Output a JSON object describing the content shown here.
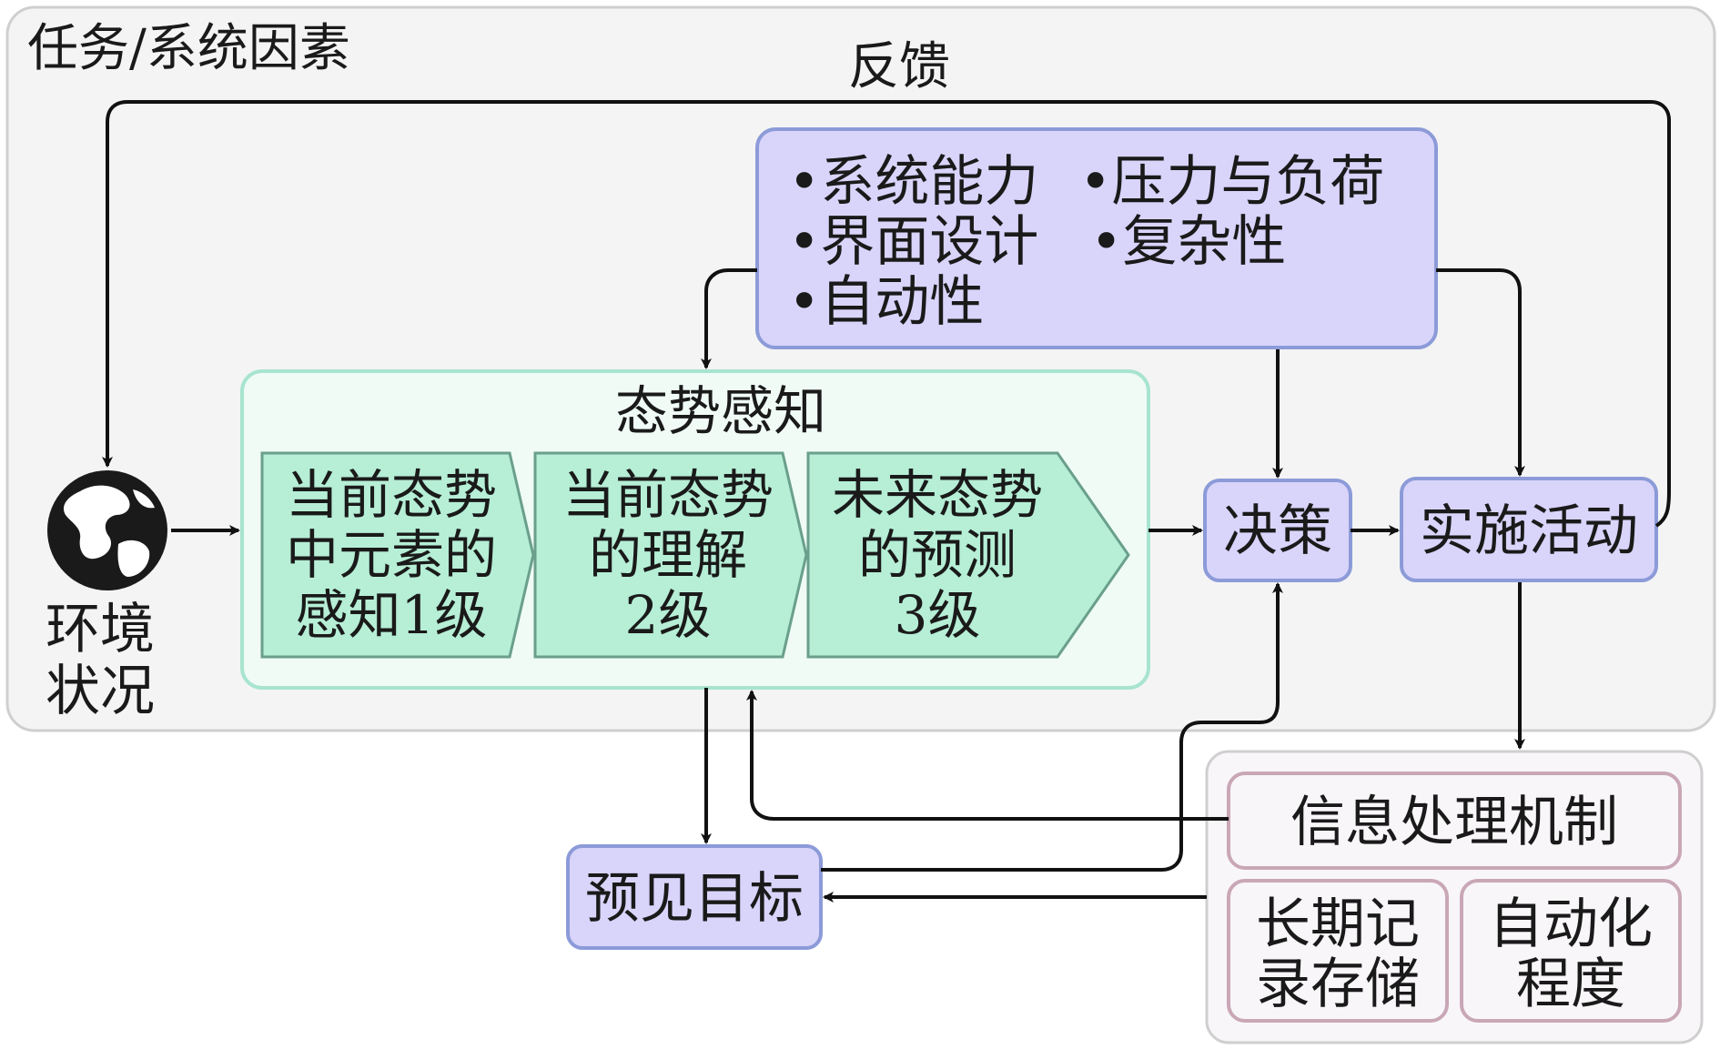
{
  "outer_title": "任务/系统因素",
  "feedback_label": "反馈",
  "factors": {
    "items": [
      "•系统能力",
      "•压力与负荷",
      "•界面设计",
      "•复杂性",
      "•自动性"
    ]
  },
  "environment": {
    "label_line1": "环境",
    "label_line2": "状况"
  },
  "situation_awareness": {
    "title": "态势感知",
    "level1": [
      "当前态势",
      "中元素的",
      "感知1级"
    ],
    "level2": [
      "当前态势",
      "的理解",
      "2级"
    ],
    "level3": [
      "未来态势",
      "的预测",
      "3级"
    ]
  },
  "decision": "决策",
  "action": "实施活动",
  "goals": "预见目标",
  "info_mechanism": {
    "title": "信息处理机制",
    "memory": [
      "长期记",
      "录存储"
    ],
    "automation": [
      "自动化",
      "程度"
    ]
  },
  "colors": {
    "outer_fill": "#f4f4f4",
    "factor_fill": "#d9d4fa",
    "factor_stroke": "#8c9bd8",
    "sa_fill": "#f0fbf6",
    "sa_stroke": "#a8e4d0",
    "level_fill": "#b6eed6",
    "level_stroke": "#6a9f8c",
    "info_fill": "#f8f6f8",
    "info_stroke": "#c9a7b6",
    "arrow": "#111111"
  }
}
